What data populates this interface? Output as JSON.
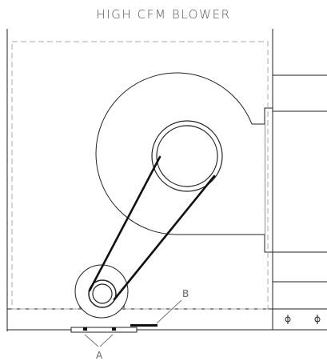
{
  "title": "HIGH CFM BLOWER",
  "callouts": {
    "a": "A",
    "b": "B"
  },
  "colors": {
    "line": "#222222",
    "hidden_line": "#aaaaaa",
    "text": "#555555"
  }
}
